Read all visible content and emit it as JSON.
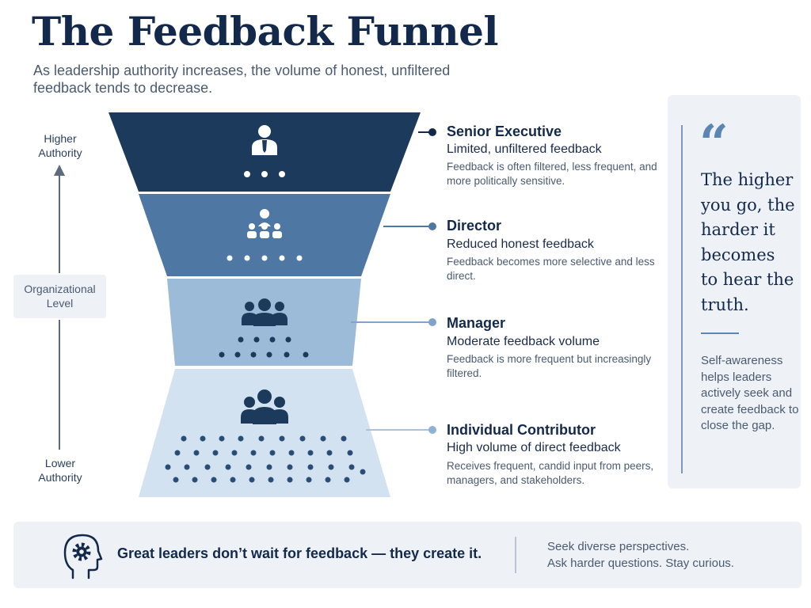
{
  "title": "The Feedback Funnel",
  "subtitle": "As leadership authority increases, the volume of honest, unfiltered feedback tends to decrease.",
  "axis": {
    "top_label": "Higher Authority",
    "bottom_label": "Lower Authority",
    "middle_label": "Organizational Level"
  },
  "levels": [
    {
      "title": "Senior Executive",
      "subtitle": "Limited, unfiltered feedback",
      "description": "Feedback is often filtered, less frequent, and more politically sensitive.",
      "icon": "executive-icon",
      "color": "#1b3a5c"
    },
    {
      "title": "Director",
      "subtitle": "Reduced honest feedback",
      "description": "Feedback becomes more selective and less direct.",
      "icon": "team-icon",
      "color": "#4f77a3"
    },
    {
      "title": "Manager",
      "subtitle": "Moderate feedback volume",
      "description": "Feedback is more frequent but increasingly filtered.",
      "icon": "group-icon",
      "color": "#9cbbd9"
    },
    {
      "title": "Individual Contributor",
      "subtitle": "High volume of direct feedback",
      "description": "Receives frequent, candid input from peers, managers, and stakeholders.",
      "icon": "group-icon",
      "color": "#d3e2f1"
    }
  ],
  "quote": {
    "mark": "“",
    "text": "The higher you go, the harder it becomes to hear the truth.",
    "side": "Self-awareness helps leaders actively seek and create feedback to close the gap."
  },
  "footer": {
    "icon": "head-gear-icon",
    "main": "Great leaders don’t wait for feedback — they create it.",
    "side_line1": "Seek diverse perspectives.",
    "side_line2": "Ask harder questions. Stay curious."
  },
  "colors": {
    "navy": "#13294b",
    "accent": "#5b85b3",
    "panel": "#eef2f7"
  }
}
